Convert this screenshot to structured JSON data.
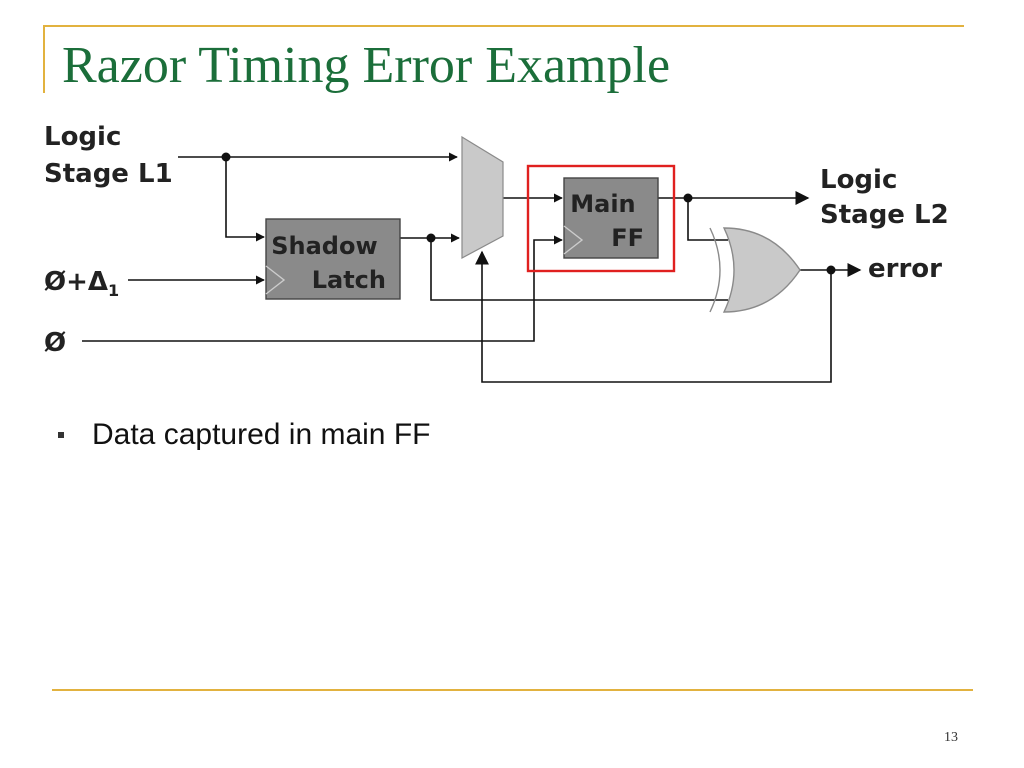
{
  "slide": {
    "title": "Razor Timing Error Example",
    "page_number": "13",
    "accent_color": "#e2b23f",
    "title_color": "#1b6e3a",
    "highlight_color": "#e0201f"
  },
  "diagram": {
    "labels": {
      "logic_stage_l1": [
        "Logic",
        "Stage L1"
      ],
      "logic_stage_l2": [
        "Logic",
        "Stage L2"
      ],
      "clock_delayed": "Ø+Δ",
      "clock_delayed_sub": "1",
      "clock": "Ø",
      "error": "error"
    },
    "blocks": {
      "shadow_latch": [
        "Shadow",
        "Latch"
      ],
      "main_ff": [
        "Main",
        "FF"
      ]
    }
  },
  "bullets": [
    "Data captured in main FF"
  ]
}
